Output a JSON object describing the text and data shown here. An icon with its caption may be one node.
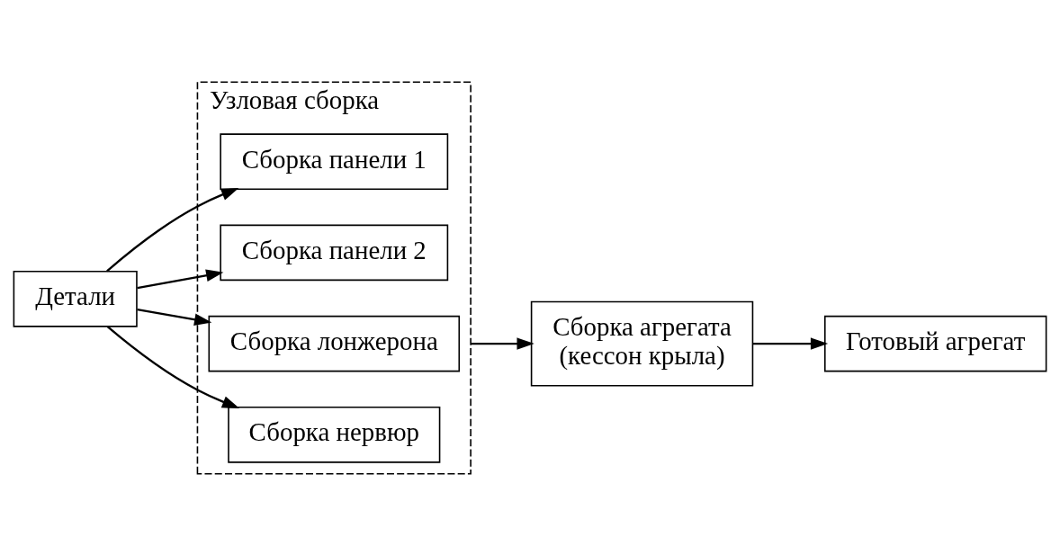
{
  "diagram": {
    "nodes": [
      {
        "text": [
          "Детали"
        ]
      },
      {
        "text": [
          "Узловая сборка"
        ]
      },
      {
        "text": [
          "Сборка панели 1"
        ],
        "in": 1
      },
      {
        "text": [
          "Сборка панели 2"
        ],
        "in": 1
      },
      {
        "text": [
          "Сборка лонжерона"
        ],
        "in": 1
      },
      {
        "text": [
          "Сборка нервюр"
        ],
        "in": 1
      },
      {
        "text": [
          "Сборка агрегата (кессон крыла)"
        ]
      },
      {
        "text": [
          "Готовый агрегат"
        ]
      }
    ],
    "edges": [
      {
        "from": 0,
        "to": 2,
        "arrow": "to"
      },
      {
        "from": 0,
        "to": 3,
        "arrow": "to"
      },
      {
        "from": 0,
        "to": 4,
        "arrow": "to"
      },
      {
        "from": 0,
        "to": 5,
        "arrow": "to"
      },
      {
        "from": 1,
        "to": 6,
        "arrow": "to"
      },
      {
        "from": 6,
        "to": 7,
        "arrow": "to"
      }
    ]
  }
}
